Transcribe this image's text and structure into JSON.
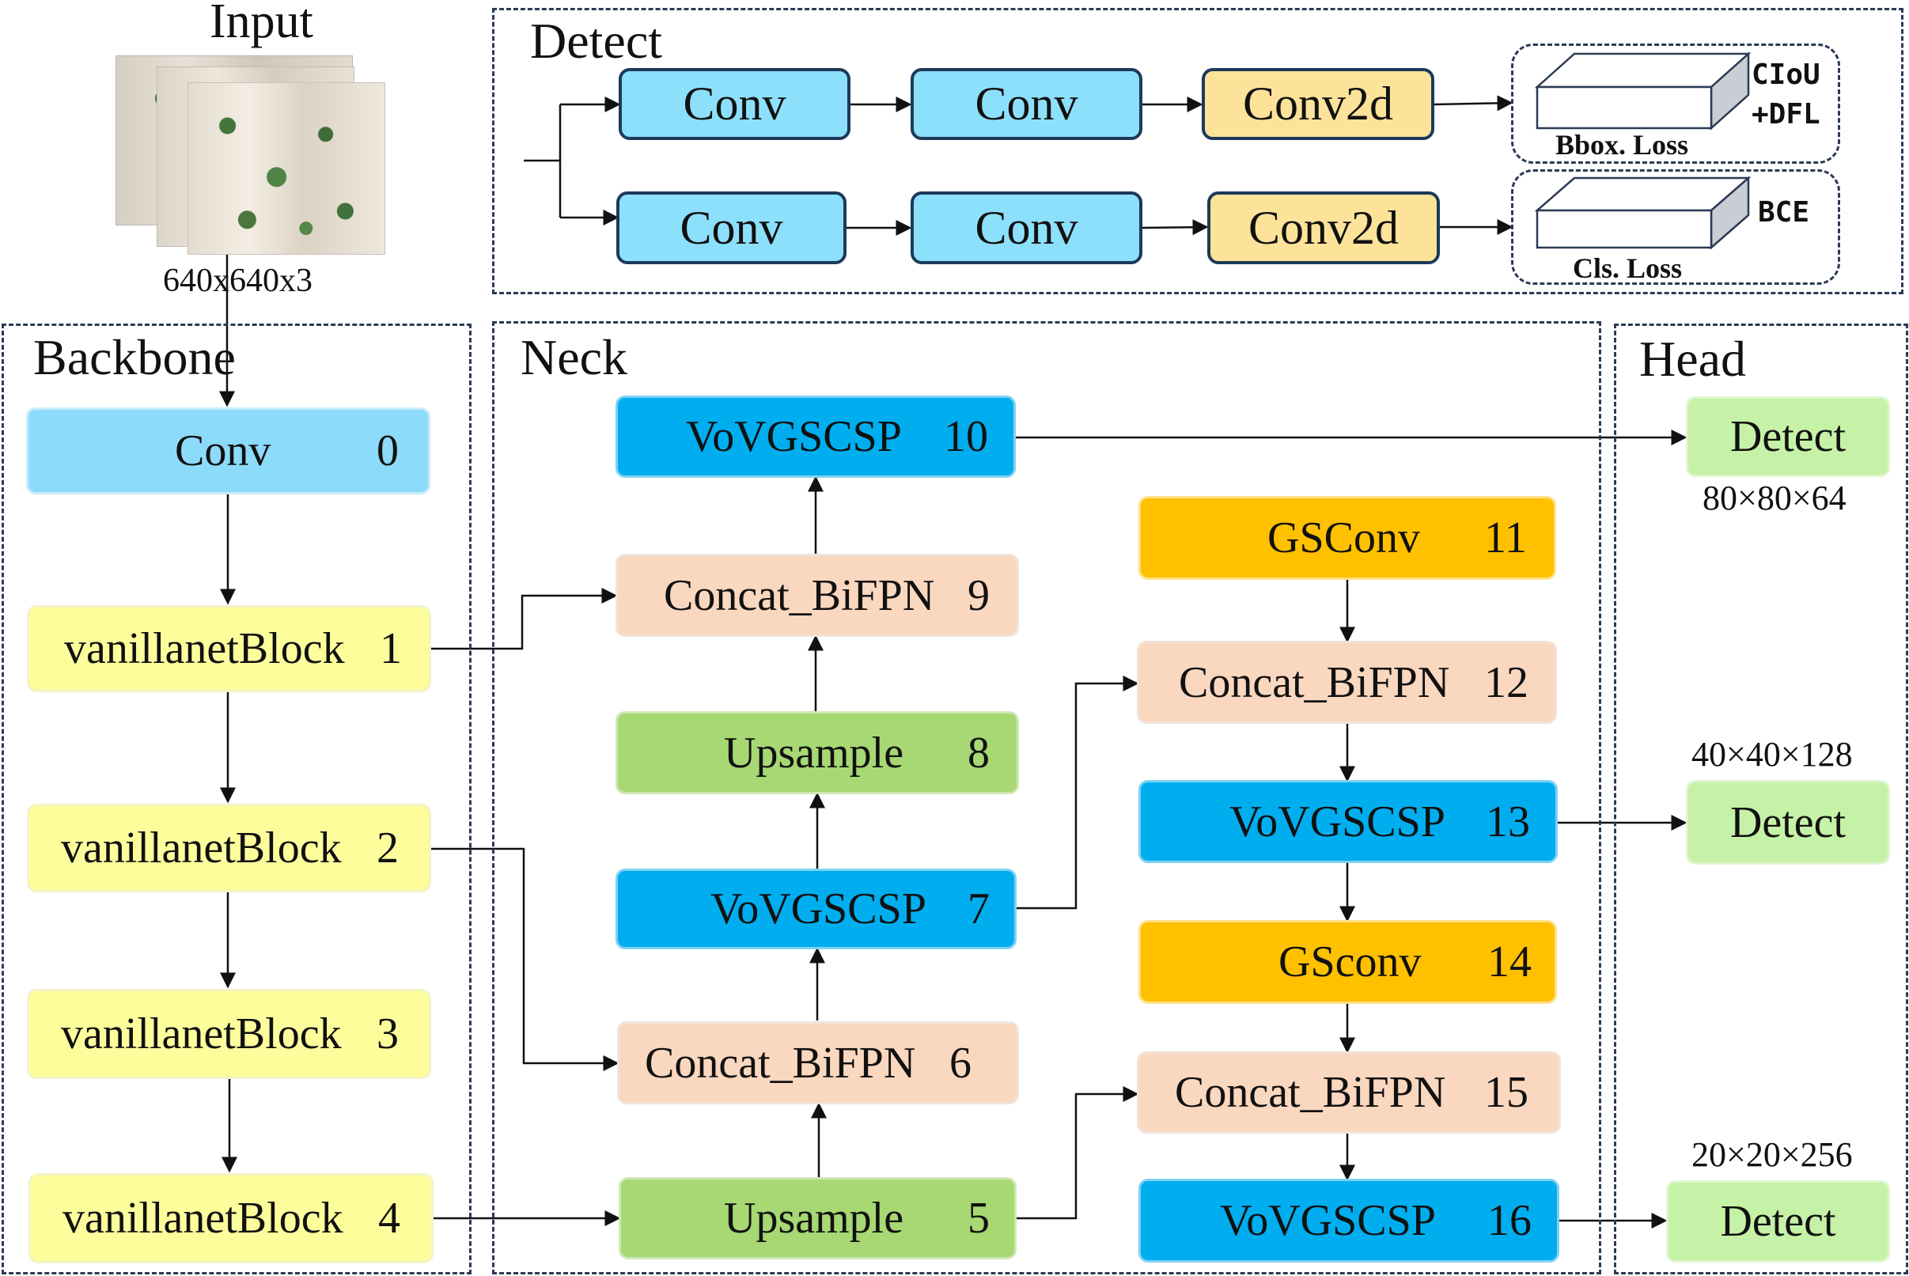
{
  "input": {
    "title": "Input",
    "size_label": "640x640x3"
  },
  "detect_panel": {
    "title": "Detect",
    "row1": {
      "conv_a": "Conv",
      "conv_b": "Conv",
      "conv2d": "Conv2d"
    },
    "row2": {
      "conv_a": "Conv",
      "conv_b": "Conv",
      "conv2d": "Conv2d"
    },
    "bbox_loss": {
      "label": "Bbox. Loss",
      "line1": "CIoU",
      "line2": "+DFL"
    },
    "cls_loss": {
      "label": "Cls. Loss",
      "name": "BCE"
    }
  },
  "backbone": {
    "title": "Backbone",
    "blocks": [
      {
        "name": "Conv",
        "index": "0"
      },
      {
        "name": "vanillanetBlock",
        "index": "1"
      },
      {
        "name": "vanillanetBlock",
        "index": "2"
      },
      {
        "name": "vanillanetBlock",
        "index": "3"
      },
      {
        "name": "vanillanetBlock",
        "index": "4"
      }
    ]
  },
  "neck": {
    "title": "Neck",
    "blocks": {
      "b5": {
        "name": "Upsample",
        "index": "5"
      },
      "b6": {
        "name": "Concat_BiFPN",
        "index": "6"
      },
      "b7": {
        "name": "VoVGSCSP",
        "index": "7"
      },
      "b8": {
        "name": "Upsample",
        "index": "8"
      },
      "b9": {
        "name": "Concat_BiFPN",
        "index": "9"
      },
      "b10": {
        "name": "VoVGSCSP",
        "index": "10"
      },
      "b11": {
        "name": "GSConv",
        "index": "11"
      },
      "b12": {
        "name": "Concat_BiFPN",
        "index": "12"
      },
      "b13": {
        "name": "VoVGSCSP",
        "index": "13"
      },
      "b14": {
        "name": "GSconv",
        "index": "14"
      },
      "b15": {
        "name": "Concat_BiFPN",
        "index": "15"
      },
      "b16": {
        "name": "VoVGSCSP",
        "index": "16"
      }
    }
  },
  "head": {
    "title": "Head",
    "outputs": [
      {
        "label": "Detect",
        "size": "80×80×64"
      },
      {
        "label": "Detect",
        "size": "40×40×128"
      },
      {
        "label": "Detect",
        "size": "20×20×256"
      }
    ]
  },
  "colors": {
    "conv_light": "#8de0fb",
    "conv2d": "#fde39a",
    "backbone_conv": "#8cdbfa",
    "vanillanet": "#fdfd9c",
    "concat": "#fad7bf",
    "upsample": "#a7d873",
    "vovgscsp": "#00aeef",
    "gsconv": "#ffc000",
    "detect": "#c6f2a7",
    "border_dashed": "#2b3a55"
  }
}
